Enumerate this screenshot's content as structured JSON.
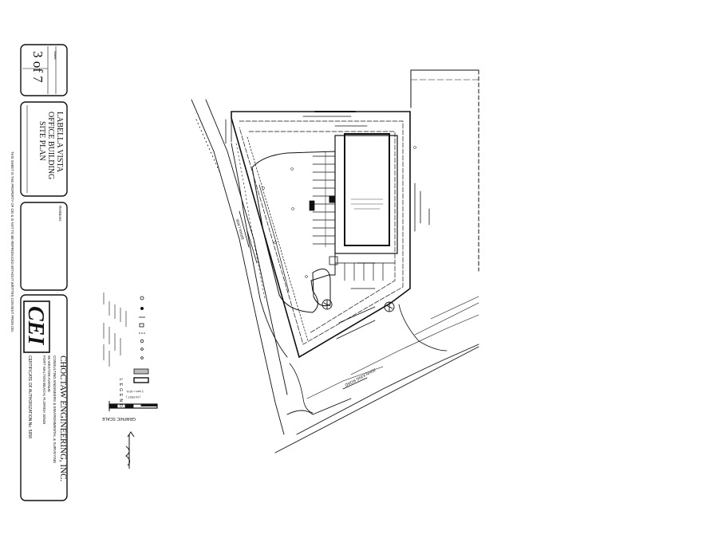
{
  "title_block": {
    "project_line1": "LABELLA VISTA",
    "project_line2": "OFFICE BUILDING",
    "sheet_title": "SITE PLAN",
    "company": "CHOCTAW ENGINEERING, INC.",
    "company_services": "CONSULTING ENGINEERS & ENVIRONMENTAL & SURVEYING",
    "address1": "55 WESTON AVENUE",
    "address2": "FORT WALTON BEACH, FLORIDA 32548",
    "certificate": "CERTIFICATE OF AUTHORIZATION No. 5958",
    "logo_text": "CEI",
    "revisions_heading": "Revisions",
    "property_notice": "THIS SHEET IS THE PROPERTY OF CEI & IS NOT TO BE REPRODUCED WITHOUT WRITTEN CONSENT FROM CEI.",
    "sheet_number": "3 of 7",
    "sheet_label": "Sheet:"
  },
  "legend": {
    "heading": "LEGEND",
    "graphic_scale": "GRAPHIC SCALE",
    "scale_note": "( IN FEET )",
    "scale_ratio": "1 inch = 40 ft."
  },
  "plan": {
    "road_south": "JOHN KING ROAD",
    "road_west": "BRIAN LANE"
  },
  "colors": {
    "ink": "#111111",
    "paper": "#ffffff"
  }
}
